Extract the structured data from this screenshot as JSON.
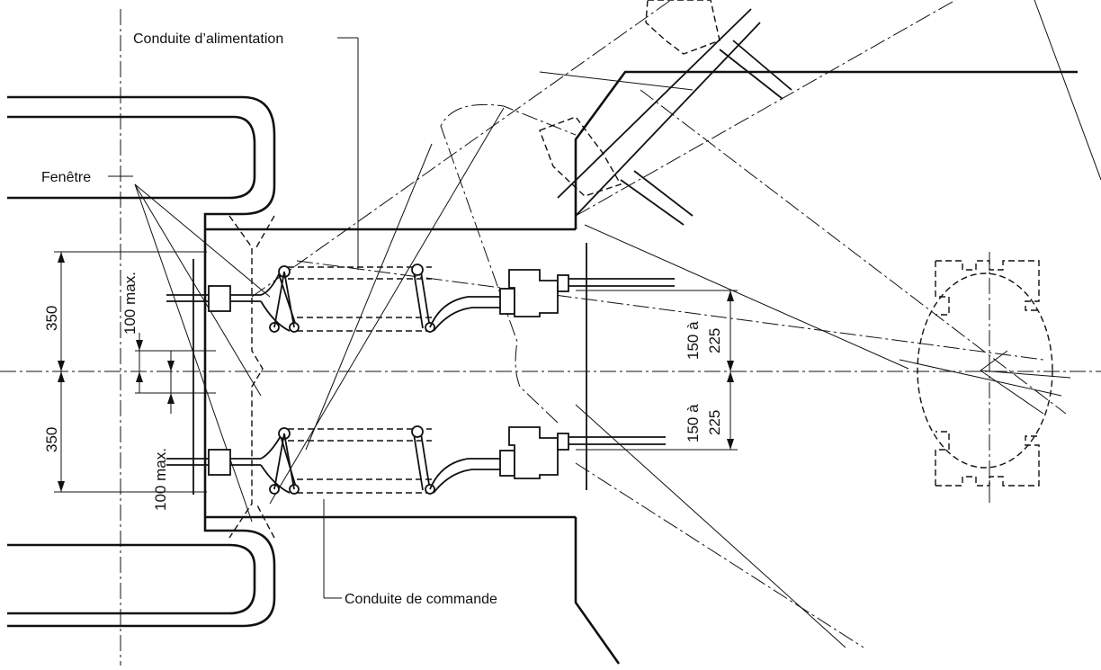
{
  "labels": {
    "supply_line": "Conduite d’alimentation",
    "window": "Fenêtre",
    "control_line": "Conduite de commande"
  },
  "dimensions": {
    "upper_spacing": "350",
    "lower_spacing": "350",
    "upper_offset": "100 max.",
    "lower_offset": "100 max.",
    "upper_height_a": "150 à",
    "upper_height_b": "225",
    "lower_height_a": "150 à",
    "lower_height_b": "225"
  }
}
